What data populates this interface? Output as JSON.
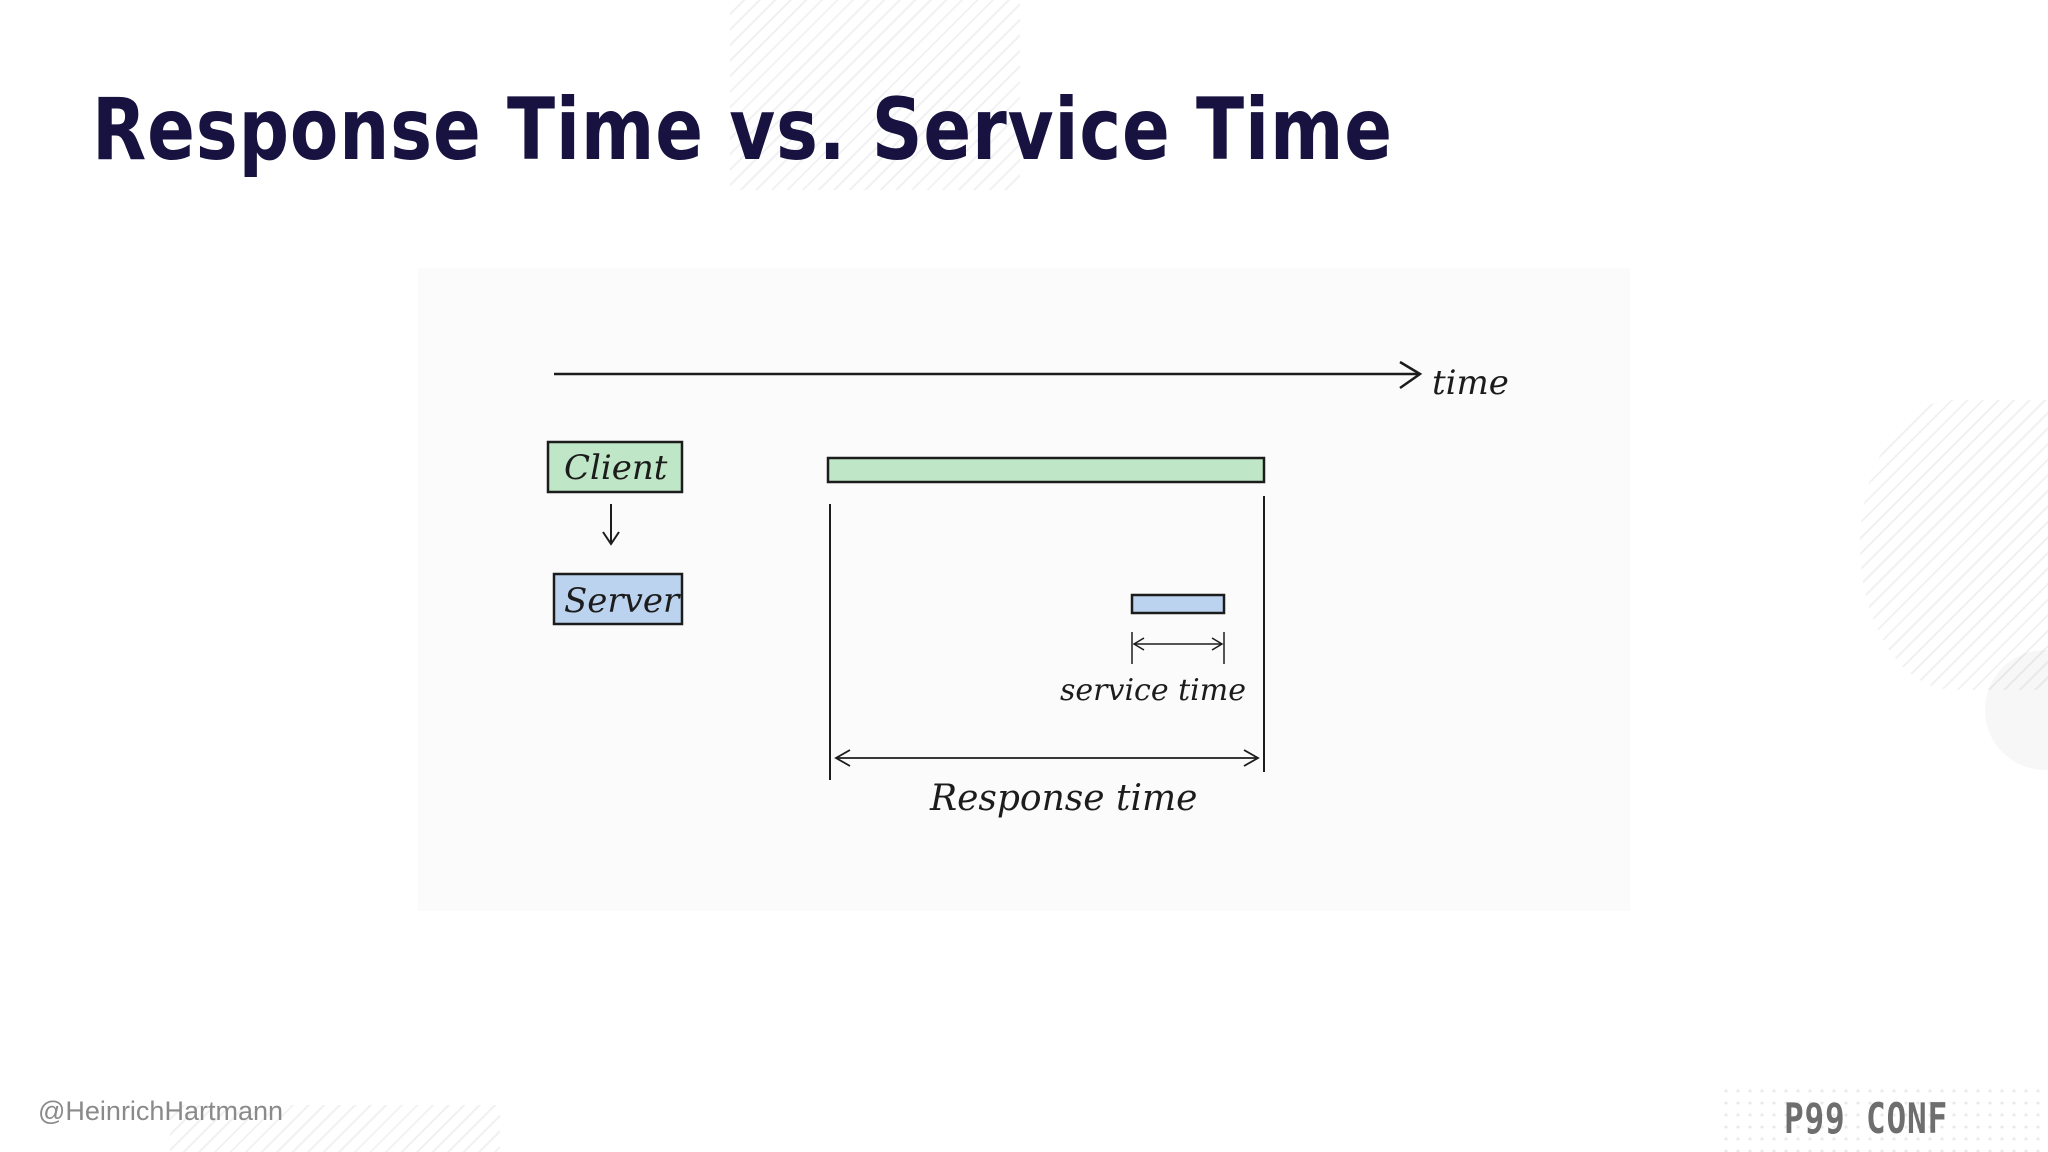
{
  "slide": {
    "title": "Response Time vs. Service Time",
    "author_handle": "@HeinrichHartmann",
    "brand": "P99 CONF"
  },
  "diagram": {
    "axis_label": "time",
    "client_label": "Client",
    "server_label": "Server",
    "service_time_label": "service time",
    "response_time_label": "Response time"
  },
  "colors": {
    "title": "#17123f",
    "client_fill": "#bfe6c6",
    "server_fill": "#bcd3ef",
    "ink": "#1c1c1c"
  }
}
